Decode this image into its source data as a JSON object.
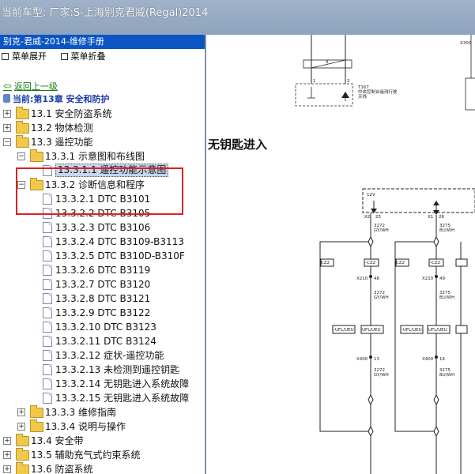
{
  "window": {
    "title": "当前车型:  厂家:S-上海别克君威(Regal)2014"
  },
  "left_panel": {
    "header": "别克-君威-2014-维修手册",
    "expand_all": "菜单展开",
    "collapse_all": "菜单折叠",
    "back_link": "返回上一级",
    "current_chapter": "当前:第13章 安全和防护"
  },
  "tree": [
    {
      "label": "13.1 安全防盗系统",
      "type": "folder",
      "state": "+",
      "level": 0
    },
    {
      "label": "13.2 物体检测",
      "type": "folder",
      "state": "+",
      "level": 0
    },
    {
      "label": "13.3 遥控功能",
      "type": "folder",
      "state": "-",
      "level": 0
    },
    {
      "label": "13.3.1 示意图和布线图",
      "type": "folder",
      "state": "-",
      "level": 1
    },
    {
      "label": "13.3.1.1 遥控功能示意图",
      "type": "doc",
      "level": 2,
      "selected": true
    },
    {
      "label": "13.3.2 诊断信息和程序",
      "type": "folder",
      "state": "-",
      "level": 1
    },
    {
      "label": "13.3.2.1 DTC B3101",
      "type": "doc",
      "level": 2
    },
    {
      "label": "13.3.2.2 DTC B3105",
      "type": "doc",
      "level": 2
    },
    {
      "label": "13.3.2.3 DTC B3106",
      "type": "doc",
      "level": 2
    },
    {
      "label": "13.3.2.4 DTC B3109-B3113",
      "type": "doc",
      "level": 2
    },
    {
      "label": "13.3.2.5 DTC B310D-B310F",
      "type": "doc",
      "level": 2
    },
    {
      "label": "13.3.2.6 DTC B3119",
      "type": "doc",
      "level": 2
    },
    {
      "label": "13.3.2.7 DTC B3120",
      "type": "doc",
      "level": 2
    },
    {
      "label": "13.3.2.8 DTC B3121",
      "type": "doc",
      "level": 2
    },
    {
      "label": "13.3.2.9 DTC B3122",
      "type": "doc",
      "level": 2
    },
    {
      "label": "13.3.2.10 DTC B3123",
      "type": "doc",
      "level": 2
    },
    {
      "label": "13.3.2.11 DTC B3124",
      "type": "doc",
      "level": 2
    },
    {
      "label": "13.3.2.12 症状-遥控功能",
      "type": "doc",
      "level": 2
    },
    {
      "label": "13.3.2.13 未检测到遥控钥匙",
      "type": "doc",
      "level": 2
    },
    {
      "label": "13.3.2.14 无钥匙进入系统故障",
      "type": "doc",
      "level": 2
    },
    {
      "label": "13.3.2.15 无钥匙进入系统故障",
      "type": "doc",
      "level": 2
    },
    {
      "label": "13.3.3 维修指南",
      "type": "folder",
      "state": "+",
      "level": 1
    },
    {
      "label": "13.3.4 说明与操作",
      "type": "folder",
      "state": "+",
      "level": 1
    },
    {
      "label": "13.4 安全带",
      "type": "folder",
      "state": "+",
      "level": 0
    },
    {
      "label": "13.5 辅助充气式约束系统",
      "type": "folder",
      "state": "+",
      "level": 0
    },
    {
      "label": "13.6 防盗系统",
      "type": "folder",
      "state": "+",
      "level": 0
    }
  ],
  "content": {
    "section_heading": "无钥匙进入",
    "diagram_labels": {
      "x300": "X300",
      "t167": "T167",
      "t167_desc1": "中央控制台遥测行驶",
      "t167_desc2": "天线",
      "nine": "9",
      "one": "1",
      "two": "2",
      "v12": "12V",
      "x2": "X2",
      "p25": "25",
      "x1": "X1",
      "p26": "26",
      "w1_num": "3272",
      "w1_col": "GY/WH",
      "w2_num": "3275",
      "w2_col": "BU/WH",
      "cz2": "CZ2",
      "mcz2": "-CZ2",
      "x210": "X210",
      "p48": "48",
      "p49": "49",
      "ufl": "-UFL/UEU",
      "ufl2": "UFL/UEU",
      "x400": "X400",
      "p13": "13",
      "p14": "14"
    }
  }
}
